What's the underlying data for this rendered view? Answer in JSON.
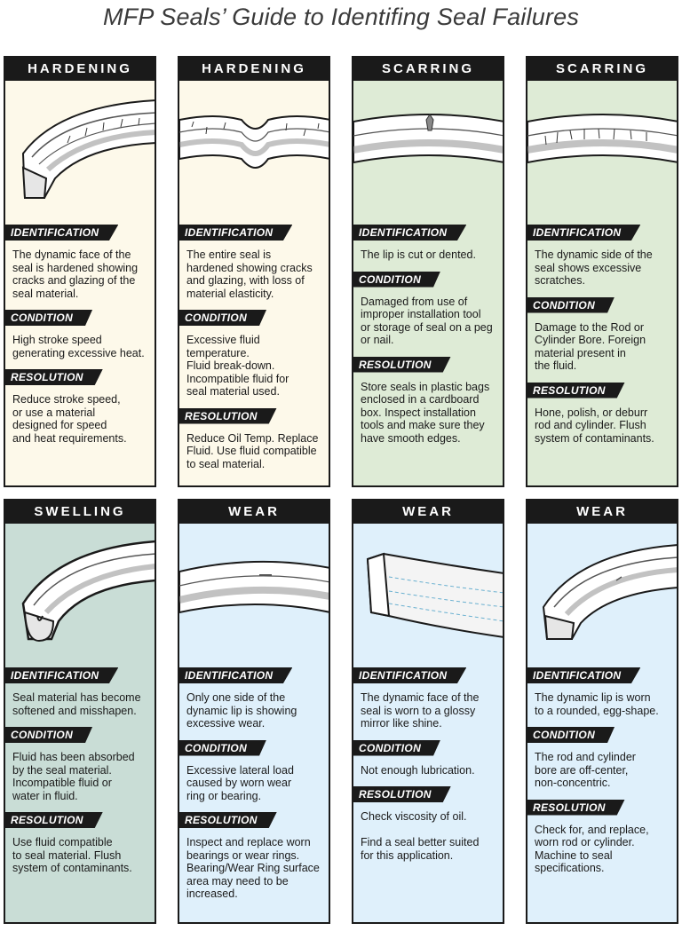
{
  "title": "MFP Seals’ Guide to Identifing Seal Failures",
  "labels": {
    "identification": "IDENTIFICATION",
    "condition": "CONDITION",
    "resolution": "RESOLUTION"
  },
  "colors": {
    "cream": "#fdf9ea",
    "green": "#deebd6",
    "teal": "#c9ddd6",
    "blue": "#dff0fb",
    "dark": "#1a1a1a"
  },
  "cards": [
    {
      "header": "HARDENING",
      "identification": "The dynamic face of the\nseal is hardened showing\ncracks and glazing of the\nseal material.",
      "condition": "High stroke speed\ngenerating excessive heat.",
      "resolution": "Reduce stroke speed,\nor use a material\ndesigned for speed\nand heat requirements."
    },
    {
      "header": "HARDENING",
      "identification": "The entire seal is\nhardened showing cracks\nand glazing, with loss of\nmaterial elasticity.",
      "condition": "Excessive fluid temperature.\nFluid break-down.\nIncompatible fluid for\nseal material used.",
      "resolution": "Reduce Oil Temp. Replace\nFluid. Use fluid compatible\nto seal material."
    },
    {
      "header": "SCARRING",
      "identification": "The lip is cut or dented.",
      "condition": "Damaged from use of\nimproper installation tool\nor storage of seal on a peg\nor nail.",
      "resolution": "Store seals in plastic bags\nenclosed in a cardboard\nbox.  Inspect installation\ntools and make sure they\nhave smooth edges."
    },
    {
      "header": "SCARRING",
      "identification": "The dynamic side of the\nseal shows excessive\nscratches.",
      "condition": "Damage to the Rod or\nCylinder Bore. Foreign\nmaterial present in\nthe fluid.",
      "resolution": "Hone, polish, or deburr\nrod and cylinder.  Flush\nsystem of contaminants."
    },
    {
      "header": "SWELLING",
      "identification": "Seal material has become\nsoftened and misshapen.",
      "condition": "Fluid has been absorbed\nby the seal material.\nIncompatible fluid or\nwater in fluid.",
      "resolution": "Use fluid compatible\nto seal material.  Flush\nsystem of contaminants."
    },
    {
      "header": "WEAR",
      "identification": "Only one side of the\ndynamic lip is showing\nexcessive wear.",
      "condition": "Excessive lateral load\ncaused by worn wear\nring or bearing.",
      "resolution": "Inspect and replace worn\nbearings or wear rings.\nBearing/Wear Ring surface\narea may need to be\nincreased."
    },
    {
      "header": "WEAR",
      "identification": "The dynamic face of the\nseal is worn to a glossy\nmirror like shine.",
      "condition": "Not enough lubrication.",
      "resolution": "Check viscosity of oil.\n\nFind a seal better suited\nfor this application."
    },
    {
      "header": "WEAR",
      "identification": "The dynamic lip is worn\nto a rounded, egg-shape.",
      "condition": "The rod and cylinder\nbore are off-center,\nnon-concentric.",
      "resolution": "Check for, and replace,\nworn rod or cylinder.\nMachine to seal\nspecifications."
    }
  ]
}
